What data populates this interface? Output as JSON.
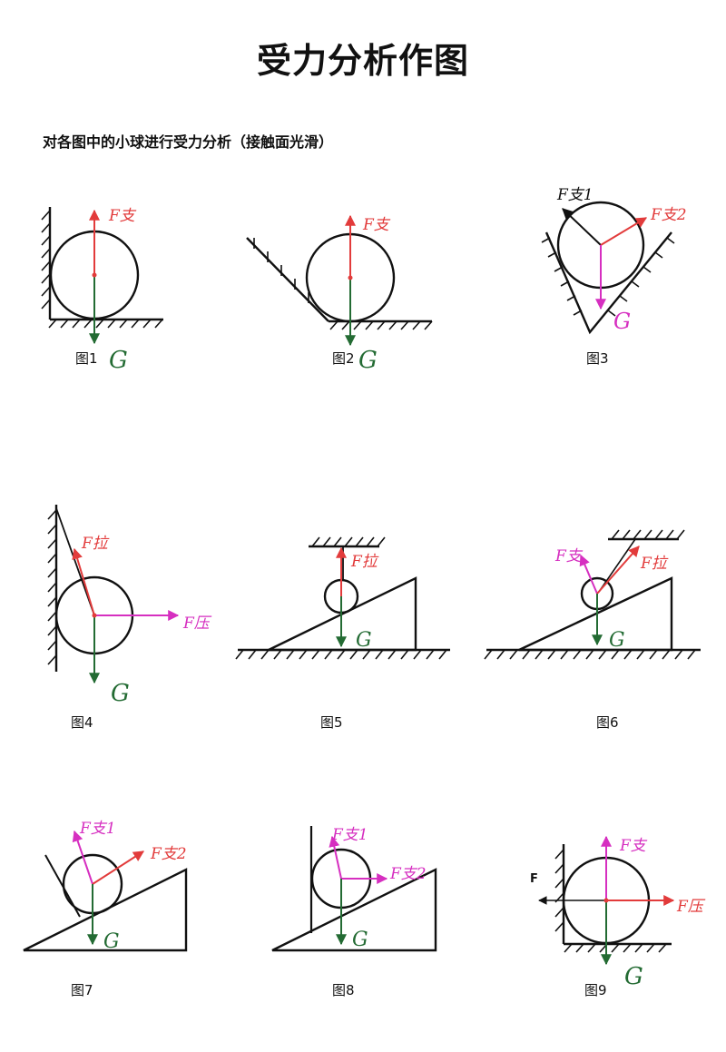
{
  "title": "受力分析作图",
  "instruction": "对各图中的小球进行受力分析（接触面光滑）",
  "colors": {
    "support": "#e23b3b",
    "gravity": "#236b33",
    "pink": "#d62fc0",
    "line": "#111111"
  },
  "figures": [
    {
      "caption": "图1",
      "labels": {
        "support": "F支",
        "gravity": "G"
      }
    },
    {
      "caption": "图2",
      "labels": {
        "support": "F支",
        "gravity": "G"
      }
    },
    {
      "caption": "图3",
      "labels": {
        "support1": "F支1",
        "support2": "F支2",
        "gravity": "G"
      }
    },
    {
      "caption": "图4",
      "labels": {
        "tension": "F拉",
        "pressure": "F压",
        "gravity": "G"
      }
    },
    {
      "caption": "图5",
      "labels": {
        "tension": "F拉",
        "gravity": "G"
      }
    },
    {
      "caption": "图6",
      "labels": {
        "support": "F支",
        "tension": "F拉",
        "gravity": "G"
      }
    },
    {
      "caption": "图7",
      "labels": {
        "support1": "F支1",
        "support2": "F支2",
        "gravity": "G"
      }
    },
    {
      "caption": "图8",
      "labels": {
        "support1": "F支1",
        "support2": "F支2",
        "gravity": "G"
      }
    },
    {
      "caption": "图9",
      "labels": {
        "force": "F",
        "support": "F支",
        "pressure": "F压",
        "gravity": "G"
      }
    }
  ]
}
